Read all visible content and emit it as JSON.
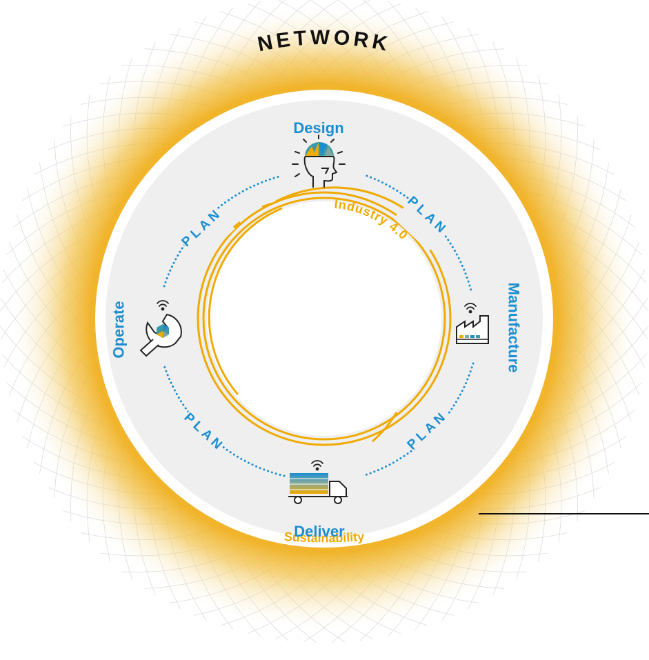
{
  "network": "NETWORK",
  "sustainability": "Sustainability",
  "industry": "Industry 4.0",
  "stages": {
    "design": "Design",
    "manufacture": "Manufacture",
    "deliver": "Deliver",
    "operate": "Operate"
  },
  "plan": [
    "PLAN",
    "PLAN",
    "PLAN",
    "PLAN"
  ],
  "icons": {
    "design": "head-with-lightbulb-icon",
    "manufacture": "factory-icon",
    "deliver": "delivery-truck-icon",
    "operate": "wrench-gear-icon",
    "signal": "wireless-signal-icon"
  },
  "colors": {
    "blue": "#1B8ED0",
    "gold": "#F0AA00",
    "ring_gray": "#EFEFF0",
    "mesh": "#D8D8D8",
    "glow": "#F2C451",
    "teal": "#3C9AA8"
  }
}
